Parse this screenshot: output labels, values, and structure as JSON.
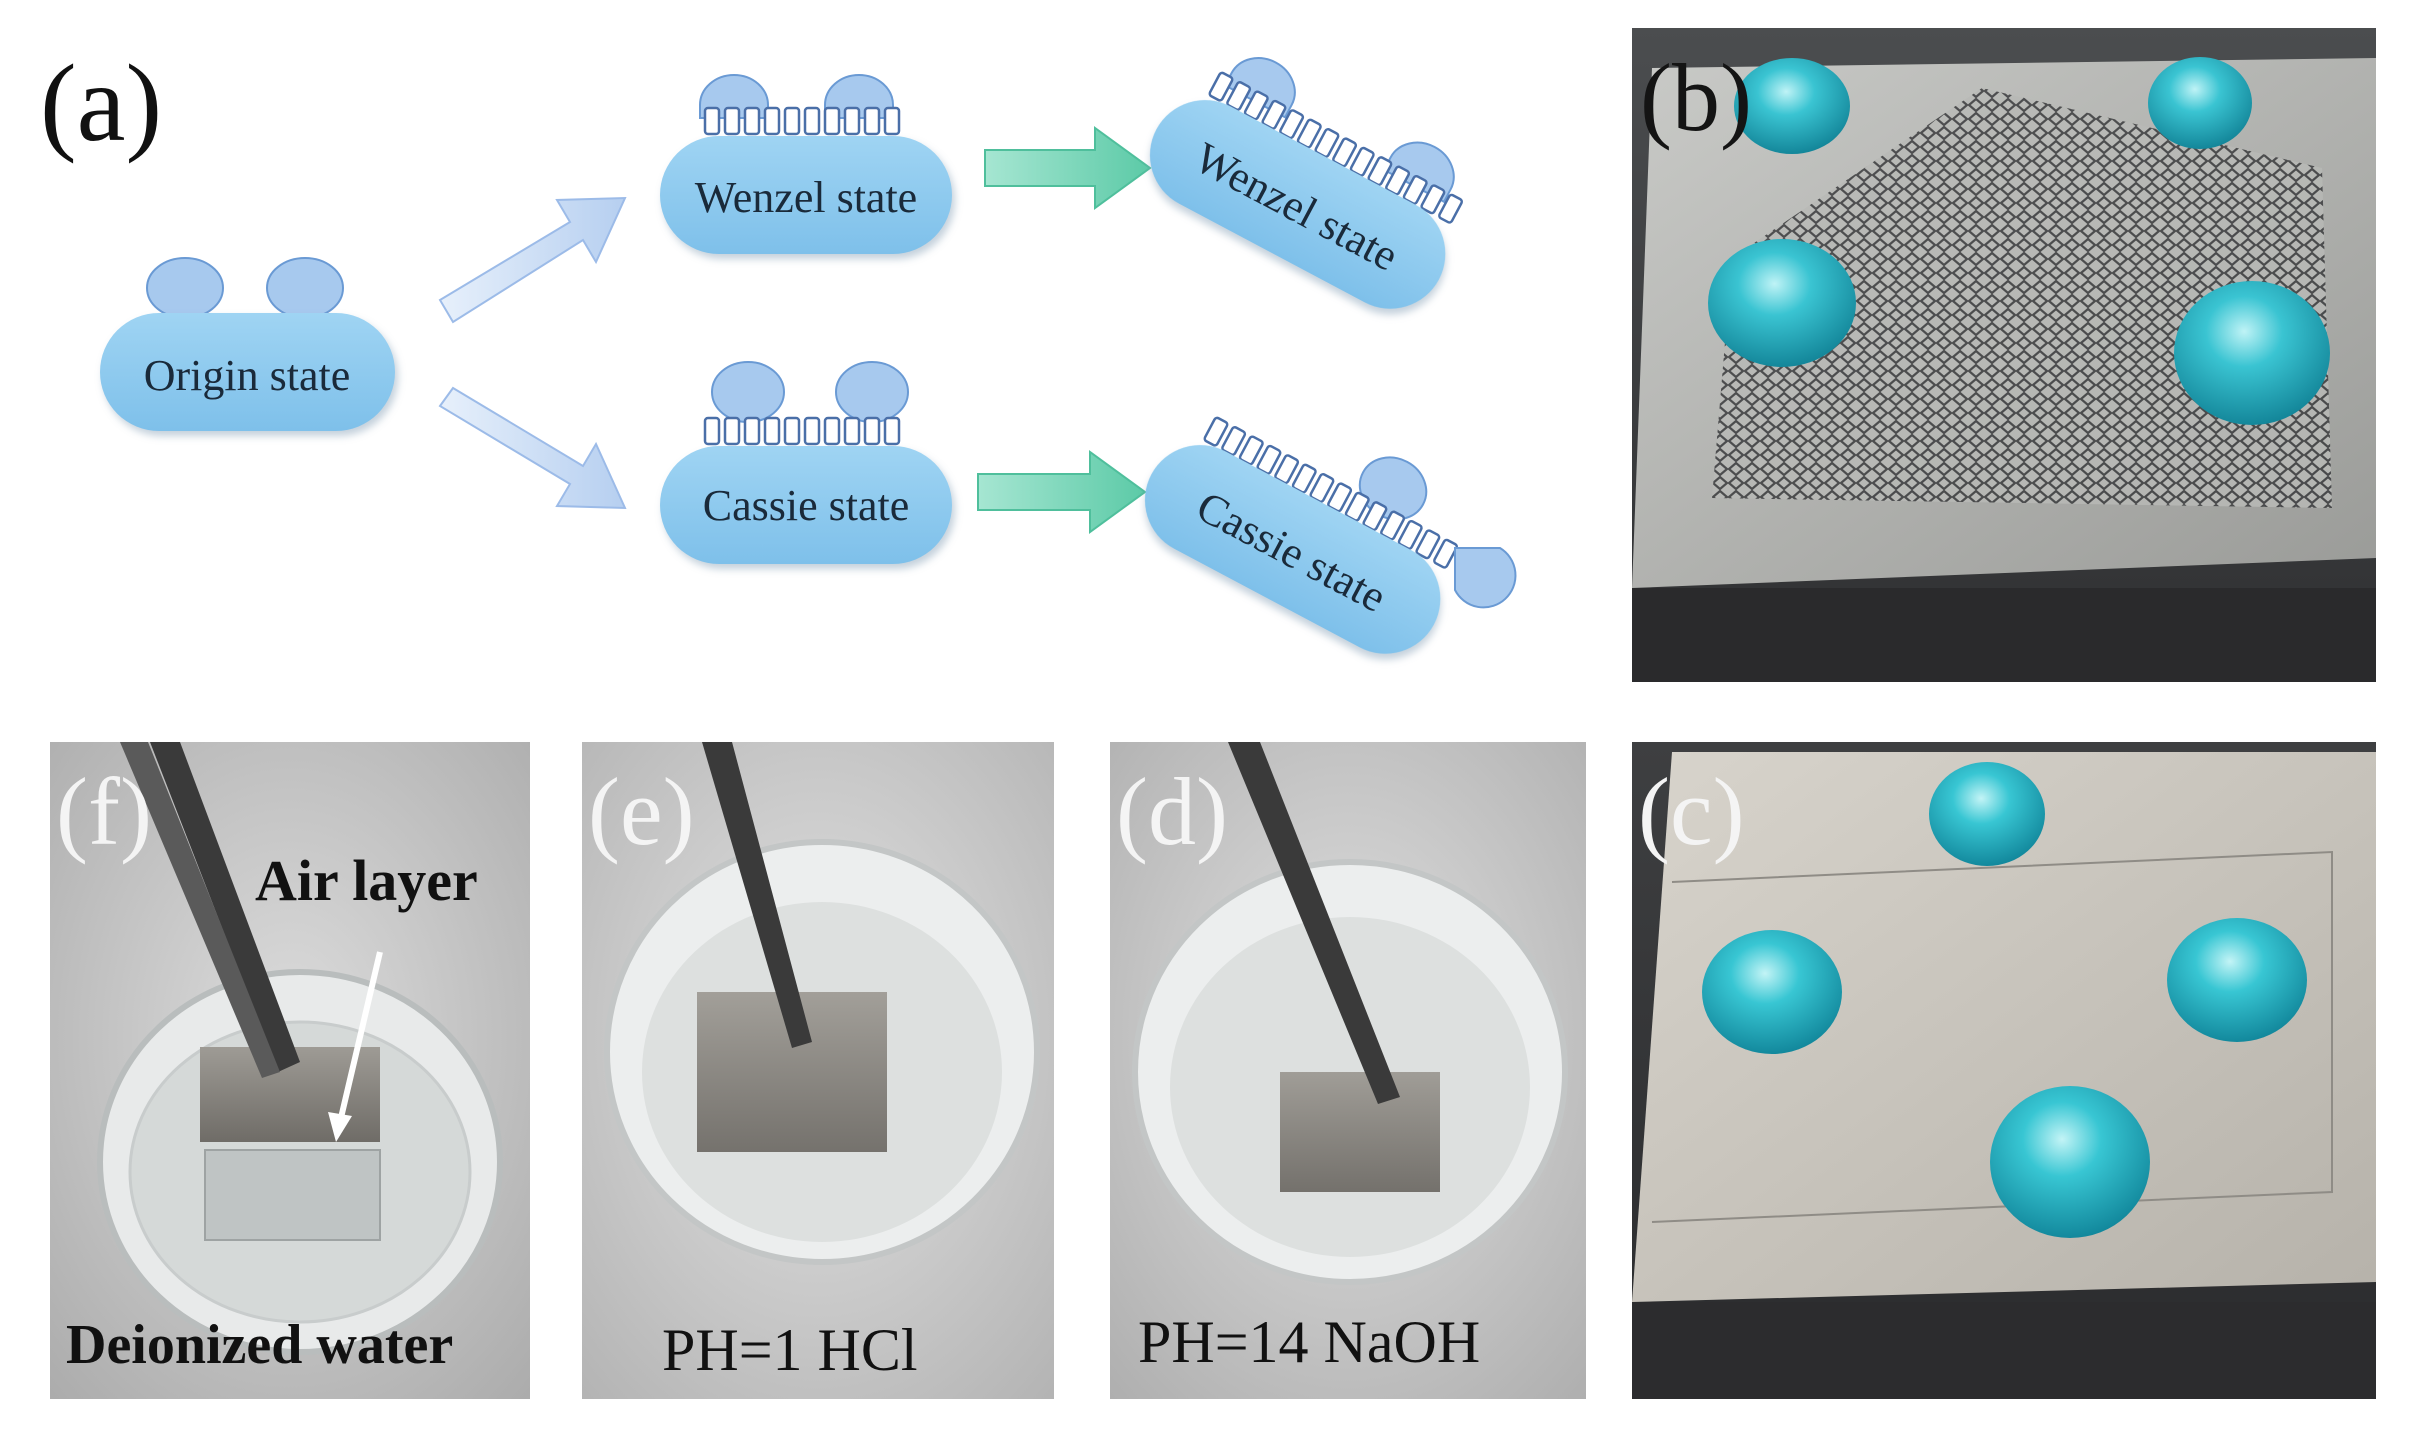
{
  "panel_a": {
    "label": "(a)",
    "origin": "Origin state",
    "wenzel_1": "Wenzel state",
    "cassie_1": "Cassie state",
    "wenzel_2": "Wenzel state",
    "cassie_2": "Cassie state"
  },
  "panel_b": {
    "label": "(b)"
  },
  "panel_c": {
    "label": "(c)"
  },
  "panel_d": {
    "label": "(d)",
    "caption": "PH=14 NaOH"
  },
  "panel_e": {
    "label": "(e)",
    "caption": "PH=1 HCl"
  },
  "panel_f": {
    "label": "(f)",
    "caption": "Deionized water",
    "annotation": "Air layer"
  },
  "colors": {
    "pill_fill": "#8ecbf0",
    "droplet_fill": "#a7c9ee",
    "blue_arrow": "#c9dcf5",
    "green_arrow": "#6fd2b3",
    "teal_drop": "#2ab8c8"
  }
}
